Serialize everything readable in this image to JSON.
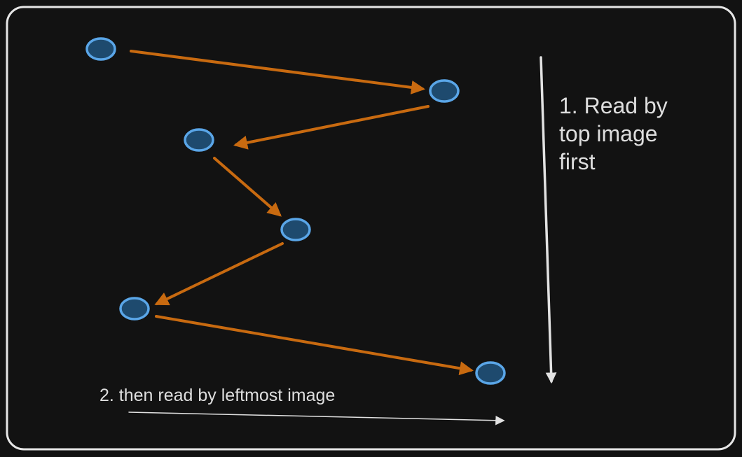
{
  "labels": {
    "vertical_rule": [
      "1. Read by",
      "top image",
      "first"
    ],
    "horizontal_rule": "2. then read by leftmost image"
  },
  "nodes": [
    {
      "id": "image-1"
    },
    {
      "id": "image-2"
    },
    {
      "id": "image-3"
    },
    {
      "id": "image-4"
    },
    {
      "id": "image-5"
    },
    {
      "id": "image-6"
    }
  ],
  "edges": [
    {
      "from": "image-1",
      "to": "image-2"
    },
    {
      "from": "image-2",
      "to": "image-3"
    },
    {
      "from": "image-3",
      "to": "image-4"
    },
    {
      "from": "image-4",
      "to": "image-5"
    },
    {
      "from": "image-5",
      "to": "image-6"
    }
  ],
  "colors": {
    "background": "#121212",
    "frame": "#e6e6e6",
    "node_fill": "#1e4a6e",
    "node_stroke": "#5aa6e8",
    "flow_arrow": "#c86a10",
    "rule_arrow": "#e2e2e2",
    "text": "#dedede"
  }
}
